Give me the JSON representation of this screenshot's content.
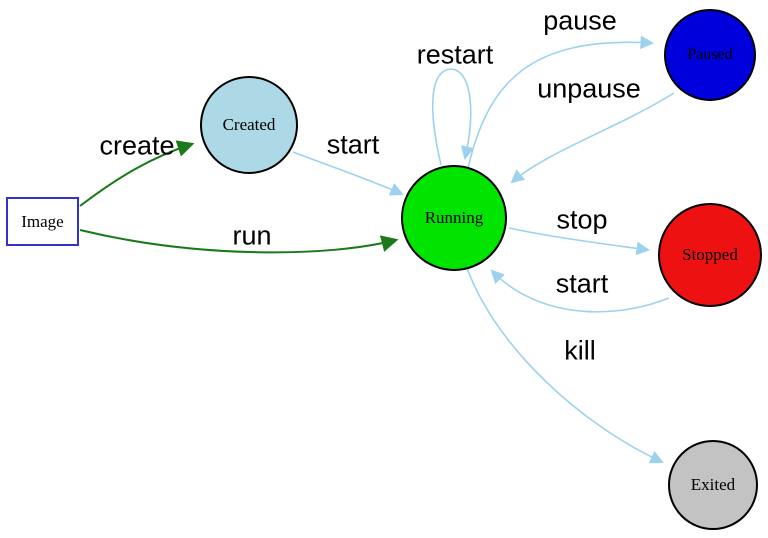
{
  "diagram": {
    "type": "state-diagram",
    "background": "#ffffff",
    "colors": {
      "edge_blue": "#9cd2ee",
      "edge_green": "#1a7a1a",
      "node_border": "#000000",
      "image_border": "#3333cc"
    },
    "nodes": [
      {
        "id": "image",
        "label": "Image",
        "shape": "rect",
        "fill": "#ffffff"
      },
      {
        "id": "created",
        "label": "Created",
        "shape": "circle",
        "fill": "#add8e6"
      },
      {
        "id": "running",
        "label": "Running",
        "shape": "circle",
        "fill": "#00e400"
      },
      {
        "id": "paused",
        "label": "Paused",
        "shape": "circle",
        "fill": "#0000dd"
      },
      {
        "id": "stopped",
        "label": "Stopped",
        "shape": "circle",
        "fill": "#ee1111"
      },
      {
        "id": "exited",
        "label": "Exited",
        "shape": "circle",
        "fill": "#c3c3c3"
      }
    ],
    "edges": [
      {
        "from": "image",
        "to": "created",
        "label": "create",
        "color": "#1a7a1a"
      },
      {
        "from": "image",
        "to": "running",
        "label": "run",
        "color": "#1a7a1a"
      },
      {
        "from": "created",
        "to": "running",
        "label": "start",
        "color": "#9cd2ee"
      },
      {
        "from": "running",
        "to": "running",
        "label": "restart",
        "color": "#9cd2ee"
      },
      {
        "from": "running",
        "to": "paused",
        "label": "pause",
        "color": "#9cd2ee"
      },
      {
        "from": "paused",
        "to": "running",
        "label": "unpause",
        "color": "#9cd2ee"
      },
      {
        "from": "running",
        "to": "stopped",
        "label": "stop",
        "color": "#9cd2ee"
      },
      {
        "from": "stopped",
        "to": "running",
        "label": "start",
        "color": "#9cd2ee"
      },
      {
        "from": "running",
        "to": "exited",
        "label": "kill",
        "color": "#9cd2ee"
      }
    ]
  }
}
